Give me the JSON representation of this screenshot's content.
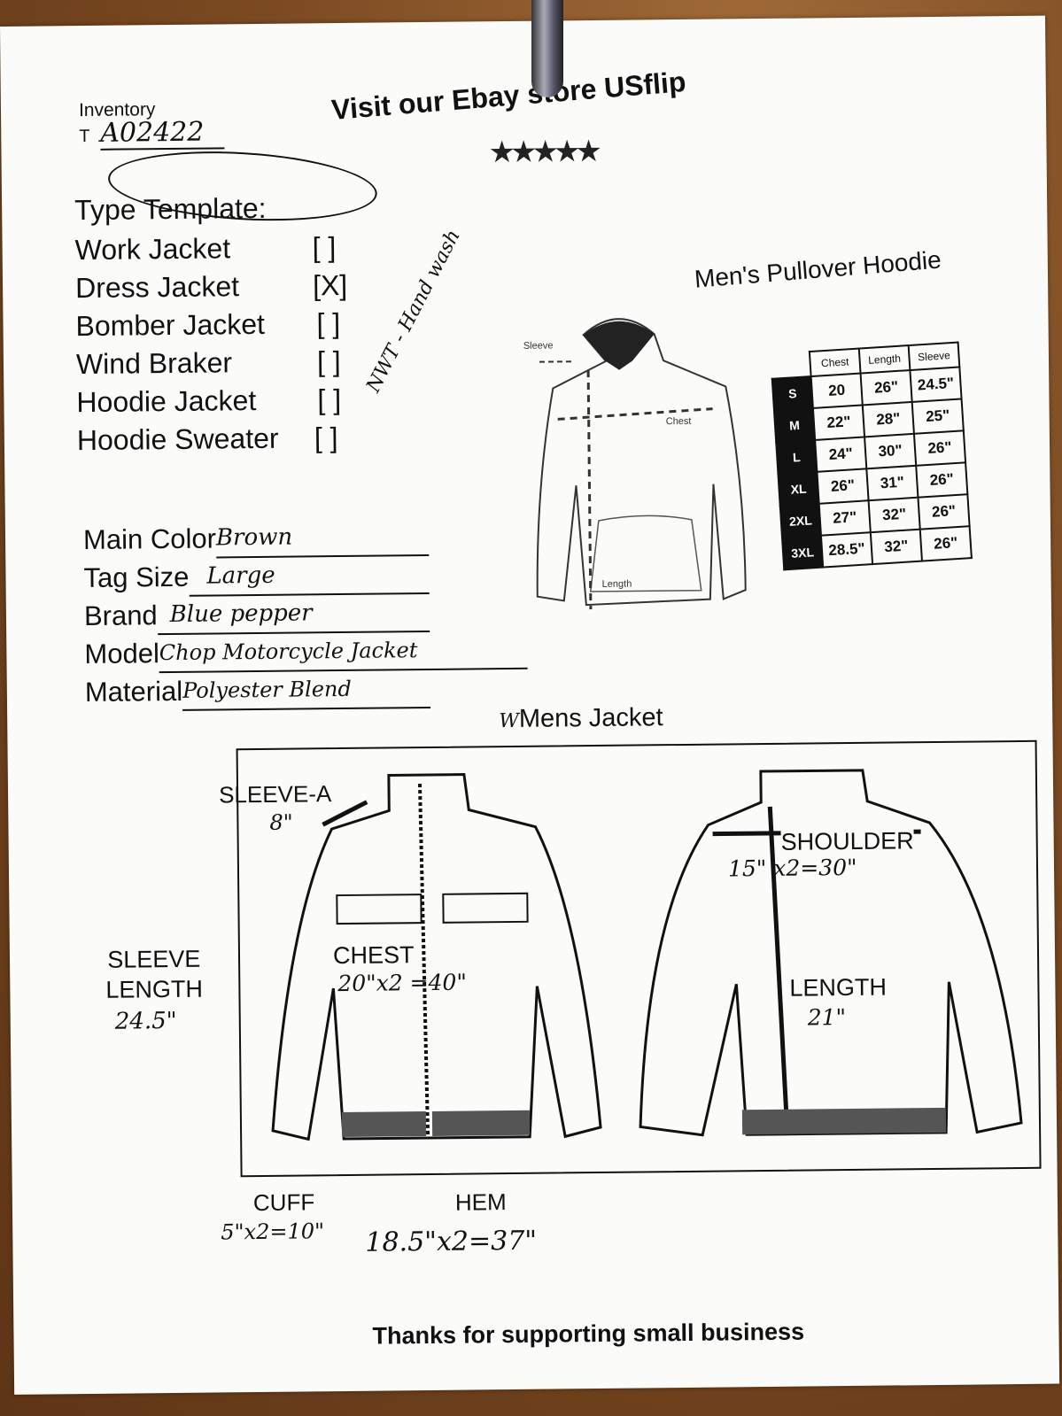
{
  "header": {
    "inventory_label": "Inventory",
    "inventory_prefix": "T",
    "inventory_code": "A02422",
    "store_text": "Visit our Ebay store USflip",
    "stars": "★★★★★"
  },
  "type_template": {
    "title": "Type Template:",
    "items": [
      {
        "label": "Work Jacket",
        "box": "[ ]"
      },
      {
        "label": "Dress Jacket",
        "box": "[X]"
      },
      {
        "label": "Bomber Jacket",
        "box": "[ ]"
      },
      {
        "label": "Wind Braker",
        "box": "[ ]"
      },
      {
        "label": "Hoodie Jacket",
        "box": "[ ]"
      },
      {
        "label": "Hoodie Sweater",
        "box": "[ ]"
      }
    ],
    "note": "NWT - Hand wash"
  },
  "details": [
    {
      "label": "Main Color",
      "value": "Brown"
    },
    {
      "label": "Tag Size",
      "value": "Large"
    },
    {
      "label": "Brand",
      "value": "Blue pepper"
    },
    {
      "label": "Model",
      "value": "Chop Motorcycle Jacket"
    },
    {
      "label": "Material",
      "value": "Polyester Blend"
    }
  ],
  "hoodie": {
    "title": "Men's Pullover Hoodie",
    "labels": {
      "sleeve": "Sleeve",
      "chest": "Chest",
      "length": "Length"
    },
    "columns": [
      "Chest",
      "Length",
      "Sleeve"
    ],
    "rows": [
      {
        "size": "S",
        "values": [
          "20",
          "26\"",
          "24.5\""
        ]
      },
      {
        "size": "M",
        "values": [
          "22\"",
          "28\"",
          "25\""
        ]
      },
      {
        "size": "L",
        "values": [
          "24\"",
          "30\"",
          "26\""
        ]
      },
      {
        "size": "XL",
        "values": [
          "26\"",
          "31\"",
          "26\""
        ]
      },
      {
        "size": "2XL",
        "values": [
          "27\"",
          "32\"",
          "26\""
        ]
      },
      {
        "size": "3XL",
        "values": [
          "28.5\"",
          "32\"",
          "26\""
        ]
      }
    ]
  },
  "jacket": {
    "title_prefix": "W",
    "title": "Mens Jacket",
    "sleeve_a": {
      "label": "SLEEVE-A",
      "value": "8\""
    },
    "sleeve_length": {
      "label1": "SLEEVE",
      "label2": "LENGTH",
      "value": "24.5\""
    },
    "chest": {
      "label": "CHEST",
      "value": "20\"x2 =40\""
    },
    "shoulder": {
      "label": "SHOULDER",
      "value": "15\" x2=30\""
    },
    "length": {
      "label": "LENGTH",
      "value": "21\""
    },
    "cuff": {
      "label": "CUFF",
      "value": "5\"x2=10\""
    },
    "hem": {
      "label": "HEM",
      "value": "18.5\"x2=37\""
    }
  },
  "footer": "Thanks for supporting small business"
}
